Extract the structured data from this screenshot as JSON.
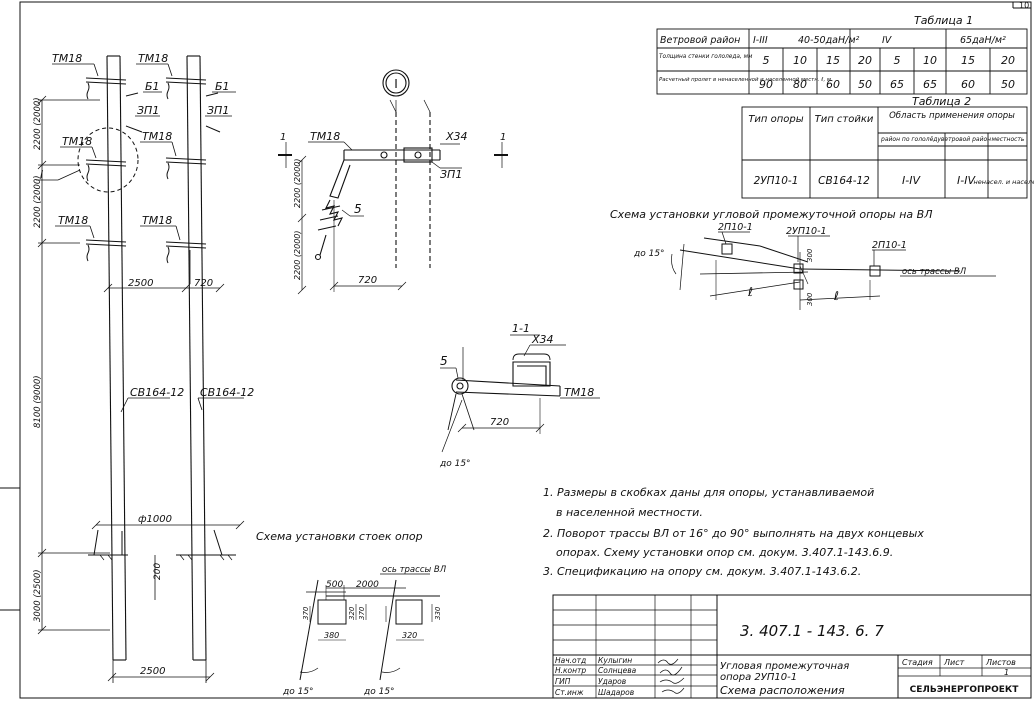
{
  "sheet": {
    "page_number": "10"
  },
  "table1": {
    "title": "Таблица 1",
    "rows": [
      {
        "label": "Ветровой район",
        "cells": [
          "I-III",
          "40-50даН/м²",
          "IV",
          "65даН/м²"
        ]
      },
      {
        "label": "Толщина стенки гололеда, мм",
        "cells": [
          "5",
          "10",
          "15",
          "20",
          "5",
          "10",
          "15",
          "20"
        ]
      },
      {
        "label": "Расчетный пролет в ненаселенной и населенной местн. ℓ, м",
        "cells": [
          "90",
          "80",
          "60",
          "50",
          "65",
          "65",
          "60",
          "50"
        ]
      }
    ]
  },
  "table2": {
    "title": "Таблица 2",
    "headers": [
      "Тип опоры",
      "Тип стойки",
      "Область применения опоры",
      "район по гололёду",
      "ветровой район",
      "местность"
    ],
    "row": [
      "2УП10-1",
      "СВ164-12",
      "I-IV",
      "I-IV",
      "ненасел. и населен."
    ]
  },
  "elevation": {
    "traverse_labels": [
      "ТМ18",
      "ТМ18",
      "ТМ18",
      "ТМ18",
      "ТМ18",
      "ТМ18"
    ],
    "b1_labels": [
      "Б1",
      "Б1"
    ],
    "zp_labels": [
      "ЗП1",
      "ЗП1"
    ],
    "section_mark": "I",
    "dim_vertical": [
      "2200 (2000)",
      "2200 (2000)",
      "8100 (9000)",
      "3000 (2500)"
    ],
    "dim_spacing": "2500",
    "dim_offset": "720",
    "post_labels": [
      "СВ164-12",
      "СВ164-12"
    ],
    "pit_diameter": "ф1000",
    "pit_depth": "200",
    "dim_bottom": "2500"
  },
  "detail1": {
    "title": "I",
    "labels": {
      "traverse": "ТМ18",
      "bolt": "Х34",
      "bracket": "ЗП1",
      "insulator": "5",
      "section": "1",
      "dim_v1": "2200 (2000)",
      "dim_v2": "2200 (2000)",
      "dim_h": "720"
    }
  },
  "section11": {
    "title": "1-1",
    "labels": {
      "bolt": "Х34",
      "insulator": "5",
      "traverse": "ТМ18",
      "dim": "720",
      "angle": "до 15°"
    }
  },
  "layout_angle": {
    "title": "Схема установки угловой промежуточной опоры на ВЛ",
    "labels": [
      "2П10-1",
      "2УП10-1",
      "2П10-1"
    ],
    "axis": "ось трассы ВЛ",
    "angle": "до 15°",
    "dims": [
      "300",
      "300",
      "ℓ",
      "ℓ"
    ]
  },
  "layout_posts": {
    "title": "Схема установки стоек опор",
    "axis": "ось трассы ВЛ",
    "dims": [
      "500",
      "2000",
      "370",
      "380",
      "370",
      "320",
      "320",
      "330"
    ],
    "angles": [
      "до 15°",
      "до 15°"
    ]
  },
  "notes": [
    "1. Размеры в скобках даны для опоры, устанавливаемой",
    "в населенной местности.",
    "2. Поворот трассы ВЛ от 16° до 90° выполнять на двух концевых",
    "опорах. Схему установки опор см. докум. 3.407.1-143.6.9.",
    "3. Спецификацию на опору см. докум. 3.407.1-143.6.2."
  ],
  "title_block": {
    "doc_number": "3. 407.1 - 143. 6. 7",
    "title_line1": "Угловая промежуточная",
    "title_line2": "опора 2УП10-1",
    "title_line3": "Схема расположения",
    "col_stage": "Стадия",
    "col_sheet": "Лист",
    "col_sheets": "Листов",
    "sheets_value": "1",
    "organization": "СЕЛЬЭНЕРГОПРОЕКТ",
    "roles": [
      "Нач.отд",
      "Н.контр",
      "ГИП",
      "Ст.инж"
    ],
    "names": [
      "Кулыгин",
      "Солнцева",
      "Ударов",
      "Шадаров"
    ]
  }
}
